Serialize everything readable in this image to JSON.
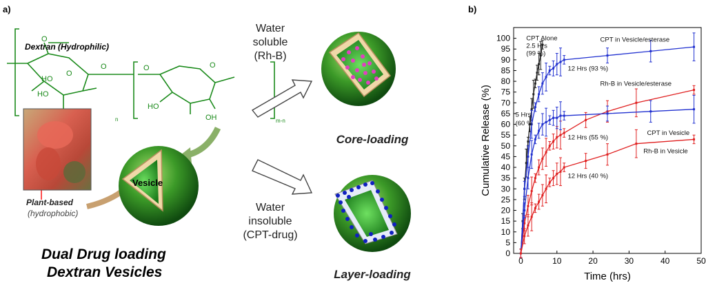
{
  "panel_a": {
    "label": "a)",
    "polymer_title": "Dextran (Hydrophilic)",
    "oh_labels": [
      "HO",
      "HO",
      "HO",
      "OH"
    ],
    "o_labels": [
      "O",
      "O",
      "O",
      "O",
      "O"
    ],
    "subscripts": [
      "n",
      "m-n"
    ],
    "plant_label": "Plant-based",
    "plant_sub": "(hydrophobic)",
    "vesicle_label": "Vesicle",
    "dual_title_line1": "Dual Drug loading",
    "dual_title_line2": "Dextran Vesicles",
    "water_soluble": [
      "Water",
      "soluble",
      "(Rh-B)"
    ],
    "water_insoluble": [
      "Water",
      "insoluble",
      "(CPT-drug)"
    ],
    "core_loading": "Core-loading",
    "layer_loading": "Layer-loading",
    "colors": {
      "ring": "#1a8a1a",
      "pendant": "#ff2020",
      "core_dots": "#e040c0",
      "layer_dots": "#1020c0"
    }
  },
  "panel_b": {
    "label": "b)",
    "chart_data": {
      "type": "line",
      "xlabel": "Time (hrs)",
      "ylabel": "Cumulative Release (%)",
      "xlim": [
        -2,
        50
      ],
      "ylim": [
        0,
        105
      ],
      "xticks": [
        0,
        10,
        20,
        30,
        40,
        50
      ],
      "yticks": [
        0,
        5,
        10,
        15,
        20,
        25,
        30,
        35,
        40,
        45,
        50,
        55,
        60,
        65,
        70,
        75,
        80,
        85,
        90,
        95,
        100
      ],
      "series": [
        {
          "name": "CPT Alone",
          "color": "#222222",
          "x": [
            0,
            0.5,
            1,
            1.5,
            2,
            2.5,
            3,
            3.5,
            4,
            4.5,
            5,
            5.5,
            6
          ],
          "y": [
            0,
            15,
            30,
            42,
            52,
            60,
            67,
            74,
            79,
            84,
            88,
            92,
            97
          ]
        },
        {
          "name": "CPT in Vesicle/esterase",
          "color": "#2030d0",
          "x": [
            0,
            1,
            2,
            3,
            4,
            5,
            6,
            7,
            8,
            9,
            10,
            11,
            12,
            24,
            36,
            48
          ],
          "y": [
            0,
            30,
            45,
            60,
            68,
            74,
            79,
            82,
            85,
            86,
            88,
            89,
            90,
            92,
            94,
            96
          ]
        },
        {
          "name": "Rh-B in Vesicle/esterase",
          "color": "#e02020",
          "x": [
            0,
            1,
            2,
            3,
            4,
            5,
            6,
            7,
            8,
            9,
            10,
            11,
            12,
            18,
            24,
            32,
            48
          ],
          "y": [
            0,
            14,
            22,
            29,
            35,
            40,
            44,
            47,
            50,
            52,
            54,
            55,
            56,
            62,
            66,
            70,
            76
          ]
        },
        {
          "name": "CPT in Vesicle",
          "color": "#2030d0",
          "x": [
            0,
            1,
            2,
            3,
            4,
            5,
            6,
            7,
            8,
            9,
            10,
            11,
            12,
            24,
            36,
            48
          ],
          "y": [
            0,
            20,
            35,
            46,
            53,
            57,
            60,
            61,
            62,
            63,
            63,
            64,
            64,
            65,
            66,
            67
          ]
        },
        {
          "name": "Rh-B in Vesicle",
          "color": "#e02020",
          "x": [
            0,
            1,
            2,
            3,
            4,
            5,
            6,
            7,
            8,
            9,
            10,
            11,
            12,
            18,
            24,
            32,
            48
          ],
          "y": [
            0,
            8,
            13,
            17,
            21,
            24,
            27,
            30,
            33,
            35,
            37,
            38,
            40,
            43,
            46,
            51,
            53
          ]
        }
      ],
      "annotations": [
        {
          "text": "CPT Alone",
          "x": 1.5,
          "y": 99
        },
        {
          "text": "2.5 Hrs",
          "x": 1.5,
          "y": 95.5
        },
        {
          "text": "(99 %)",
          "x": 1.5,
          "y": 92
        },
        {
          "text": "CPT in Vesicle/esterase",
          "x": 22,
          "y": 98.5
        },
        {
          "text": "12 Hrs (93 %)",
          "x": 13,
          "y": 85
        },
        {
          "text": "Rh-B in Vesicle/esterase",
          "x": 22,
          "y": 78
        },
        {
          "text": "5 Hrs",
          "x": -1.5,
          "y": 63.5
        },
        {
          "text": "(60 %",
          "x": -1.5,
          "y": 59.5
        },
        {
          "text": "12 Hrs (55 %)",
          "x": 13,
          "y": 53
        },
        {
          "text": "CPT in Vesicle",
          "x": 35,
          "y": 55
        },
        {
          "text": "Rh-B in Vesicle",
          "x": 34,
          "y": 46.5
        },
        {
          "text": "12 Hrs (40 %)",
          "x": 13,
          "y": 35
        }
      ]
    }
  }
}
